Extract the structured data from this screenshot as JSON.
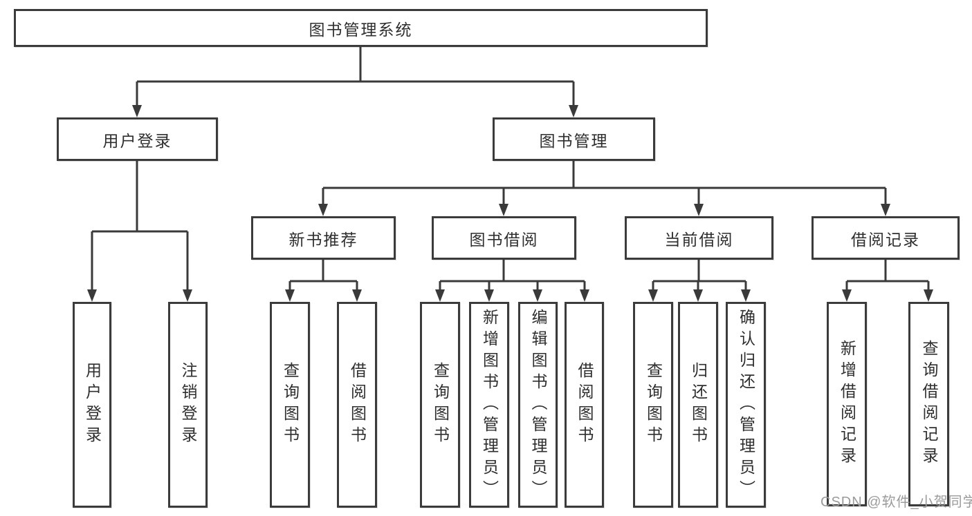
{
  "diagram": {
    "title": "图书管理系统",
    "watermark": "CSDN @软件_小贺同学",
    "colors": {
      "line": "#3a3a3a",
      "border": "#3b3b3b",
      "text": "#2e2e2e",
      "watermark_text": "#9b9b9b",
      "background": "#ffffff"
    }
  },
  "tree": {
    "root": {
      "label": "图书管理系统",
      "children": [
        {
          "label": "用户登录",
          "children": [
            {
              "label": "用户登录"
            },
            {
              "label": "注销登录"
            }
          ]
        },
        {
          "label": "图书管理",
          "children": [
            {
              "label": "新书推荐",
              "children": [
                {
                  "label": "查询图书"
                },
                {
                  "label": "借阅图书"
                }
              ]
            },
            {
              "label": "图书借阅",
              "children": [
                {
                  "label": "查询图书"
                },
                {
                  "label": "新增图书（管理员）"
                },
                {
                  "label": "编辑图书（管理员）"
                },
                {
                  "label": "借阅图书"
                }
              ]
            },
            {
              "label": "当前借阅",
              "children": [
                {
                  "label": "查询图书"
                },
                {
                  "label": "归还图书"
                },
                {
                  "label": "确认归还（管理员）"
                }
              ]
            },
            {
              "label": "借阅记录",
              "children": [
                {
                  "label": "新增借阅记录"
                },
                {
                  "label": "查询借阅记录"
                }
              ]
            }
          ]
        }
      ]
    }
  }
}
